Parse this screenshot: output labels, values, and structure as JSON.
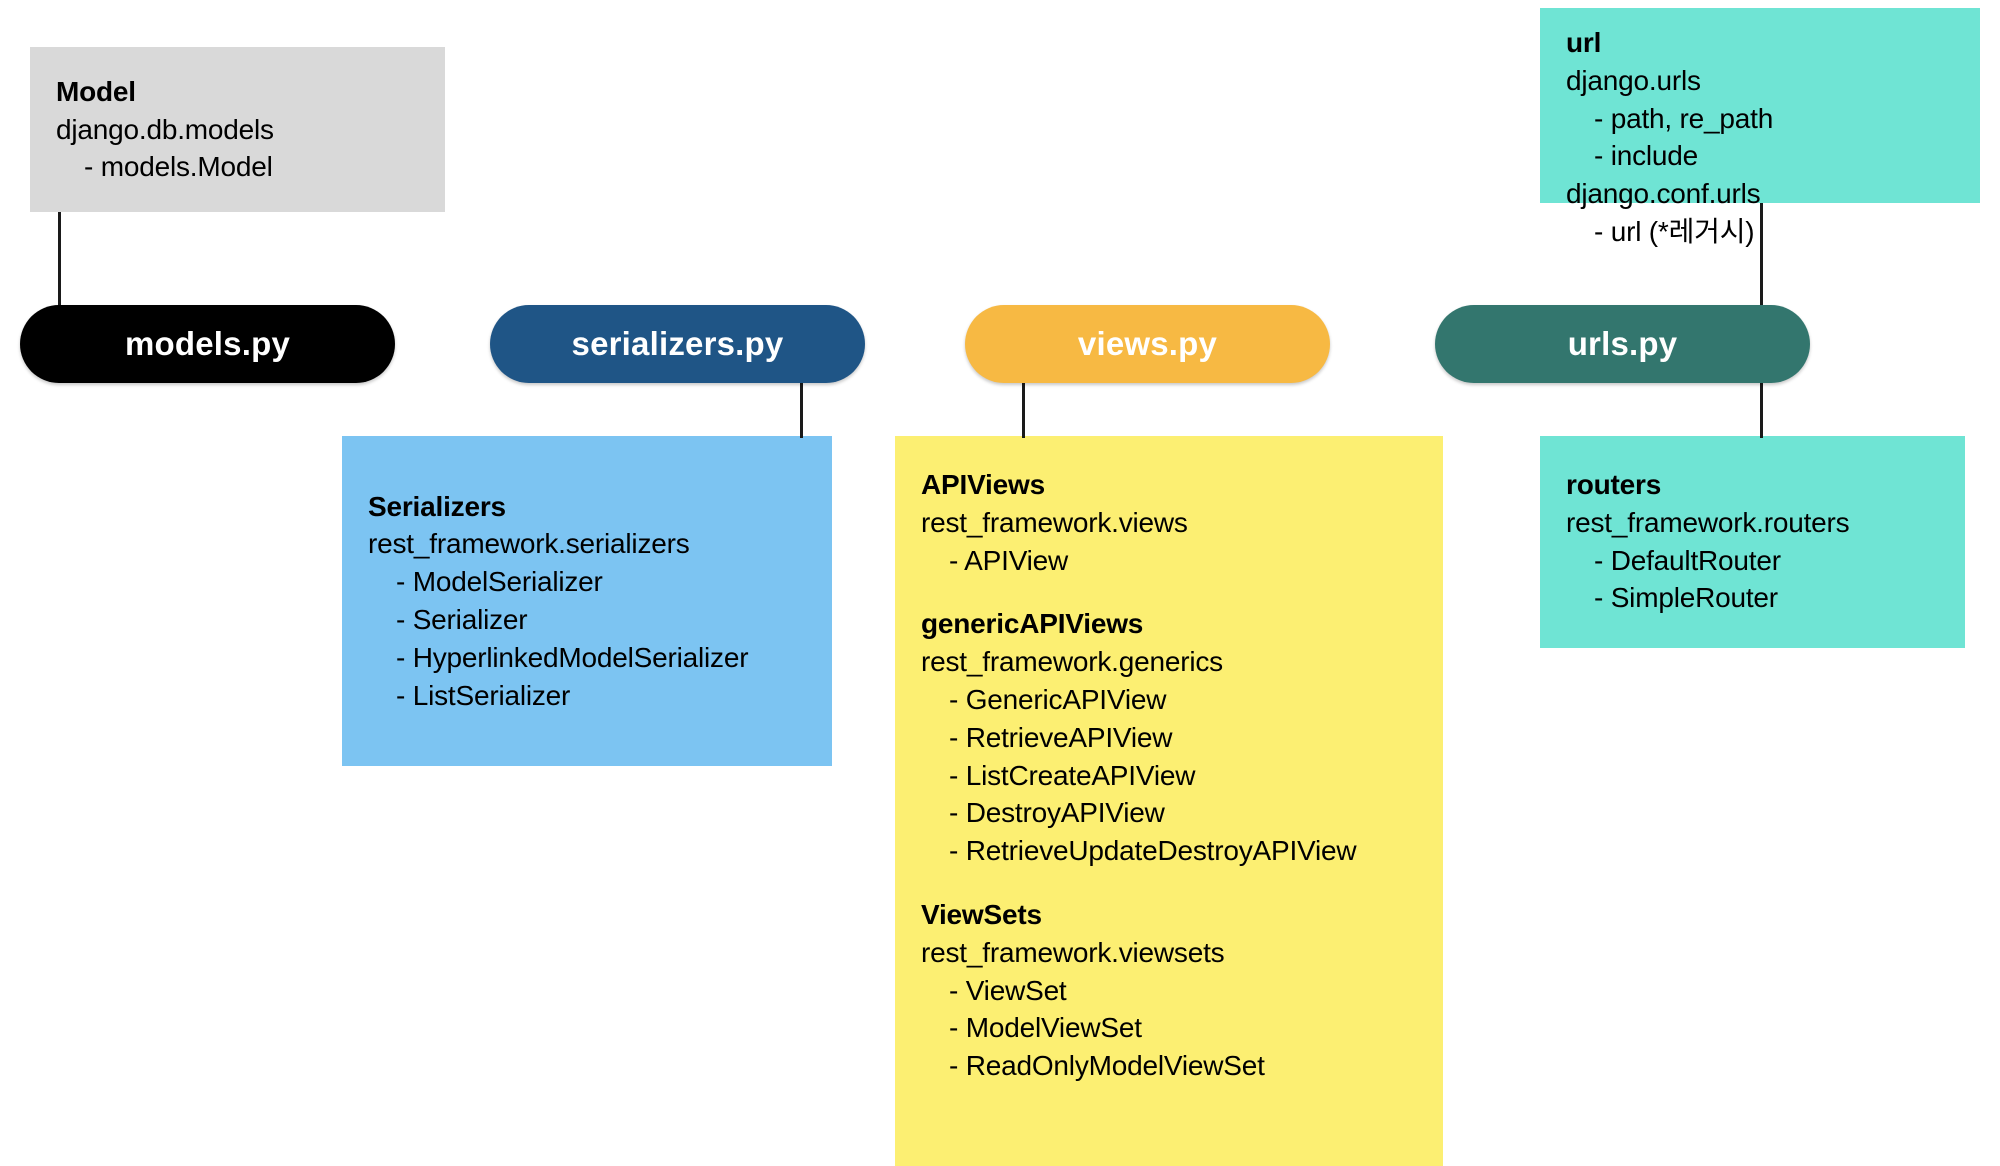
{
  "diagram": {
    "title": "Django REST Framework file structure diagram",
    "colors": {
      "gray_box": "#d9d9d9",
      "mint_box": "#6fe4d4",
      "light_blue_box": "#7cc4f2",
      "yellow_box": "#fcef72",
      "pill_models": "#000000",
      "pill_serializers": "#1f5586",
      "pill_views": "#f7b943",
      "pill_urls": "#33766e",
      "connector": "#1a1a1a",
      "background": "#ffffff"
    }
  },
  "pills": {
    "models": "models.py",
    "serializers": "serializers.py",
    "views": "views.py",
    "urls": "urls.py"
  },
  "boxes": {
    "model": {
      "title": "Model",
      "module": "django.db.models",
      "entries": [
        "- models.Model"
      ]
    },
    "url": {
      "title": "url",
      "module": "django.urls",
      "entries": [
        "- path, re_path",
        "- include"
      ],
      "module2": "django.conf.urls",
      "entries2": [
        "- url (*레거시)"
      ]
    },
    "serializers": {
      "title": "Serializers",
      "module": "rest_framework.serializers",
      "entries": [
        "- ModelSerializer",
        "- Serializer",
        "- HyperlinkedModelSerializer",
        "- ListSerializer"
      ]
    },
    "views": {
      "groups": [
        {
          "title": "APIViews",
          "module": "rest_framework.views",
          "entries": [
            "- APIView"
          ]
        },
        {
          "title": "genericAPIViews",
          "module": "rest_framework.generics",
          "entries": [
            "- GenericAPIView",
            "- RetrieveAPIView",
            "- ListCreateAPIView",
            "- DestroyAPIView",
            "- RetrieveUpdateDestroyAPIView"
          ]
        },
        {
          "title": "ViewSets",
          "module": "rest_framework.viewsets",
          "entries": [
            "- ViewSet",
            "- ModelViewSet",
            "- ReadOnlyModelViewSet"
          ]
        }
      ]
    },
    "routers": {
      "title": "routers",
      "module": "rest_framework.routers",
      "entries": [
        "- DefaultRouter",
        "- SimpleRouter"
      ]
    }
  }
}
